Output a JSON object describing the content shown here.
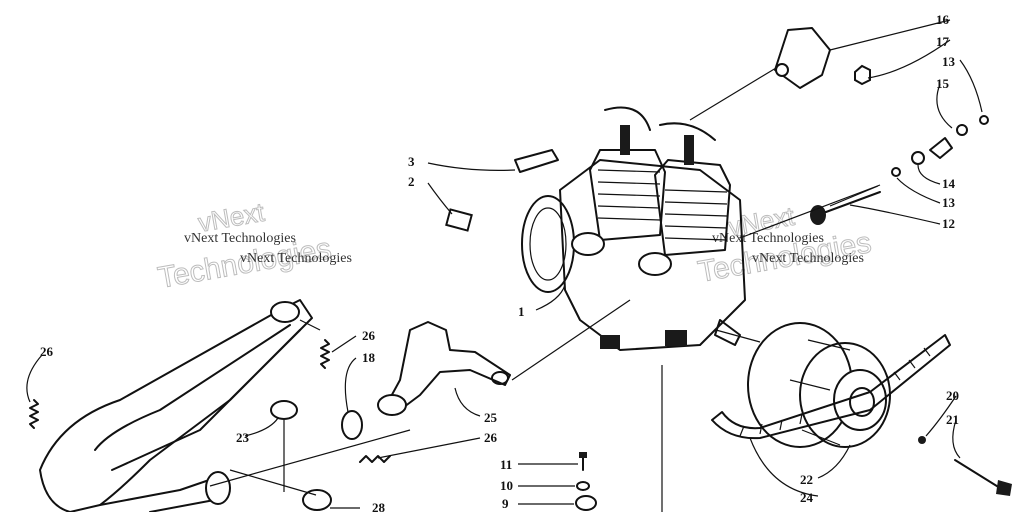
{
  "watermark": {
    "small_text": "vNext Technologies",
    "large_line1": "vNext",
    "large_line2": "Technologies"
  },
  "callouts": {
    "c1": "1",
    "c2": "2",
    "c3": "3",
    "c9": "9",
    "c10": "10",
    "c11": "11",
    "c12": "12",
    "c13a": "13",
    "c13b": "13",
    "c14": "14",
    "c15": "15",
    "c16": "16",
    "c17": "17",
    "c18": "18",
    "c20": "20",
    "c21": "21",
    "c22": "22",
    "c23": "23",
    "c24": "24",
    "c25": "25",
    "c26a": "26",
    "c26b": "26",
    "c26c": "26",
    "c28": "28"
  }
}
